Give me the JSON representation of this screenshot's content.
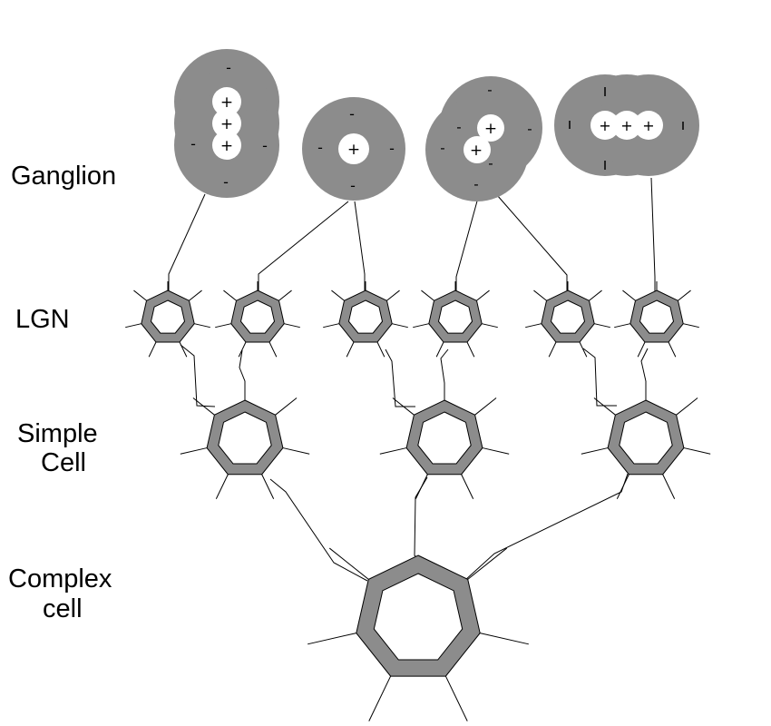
{
  "labels": {
    "ganglion": "Ganglion",
    "lgn": "LGN",
    "simple": [
      "Simple",
      "Cell"
    ],
    "complex": [
      "Complex",
      "cell"
    ]
  },
  "signs": {
    "on": "+",
    "off": "-"
  },
  "colors": {
    "gray": "#8c8c8c",
    "white": "#ffffff",
    "ink": "#000000"
  },
  "fields": [
    "vertical on-center",
    "single on-center",
    "diagonal on-center",
    "horizontal on-center"
  ],
  "counts": {
    "ganglion_fields": 4,
    "lgn_cells": 6,
    "simple_cells": 3,
    "complex_cells": 1
  }
}
